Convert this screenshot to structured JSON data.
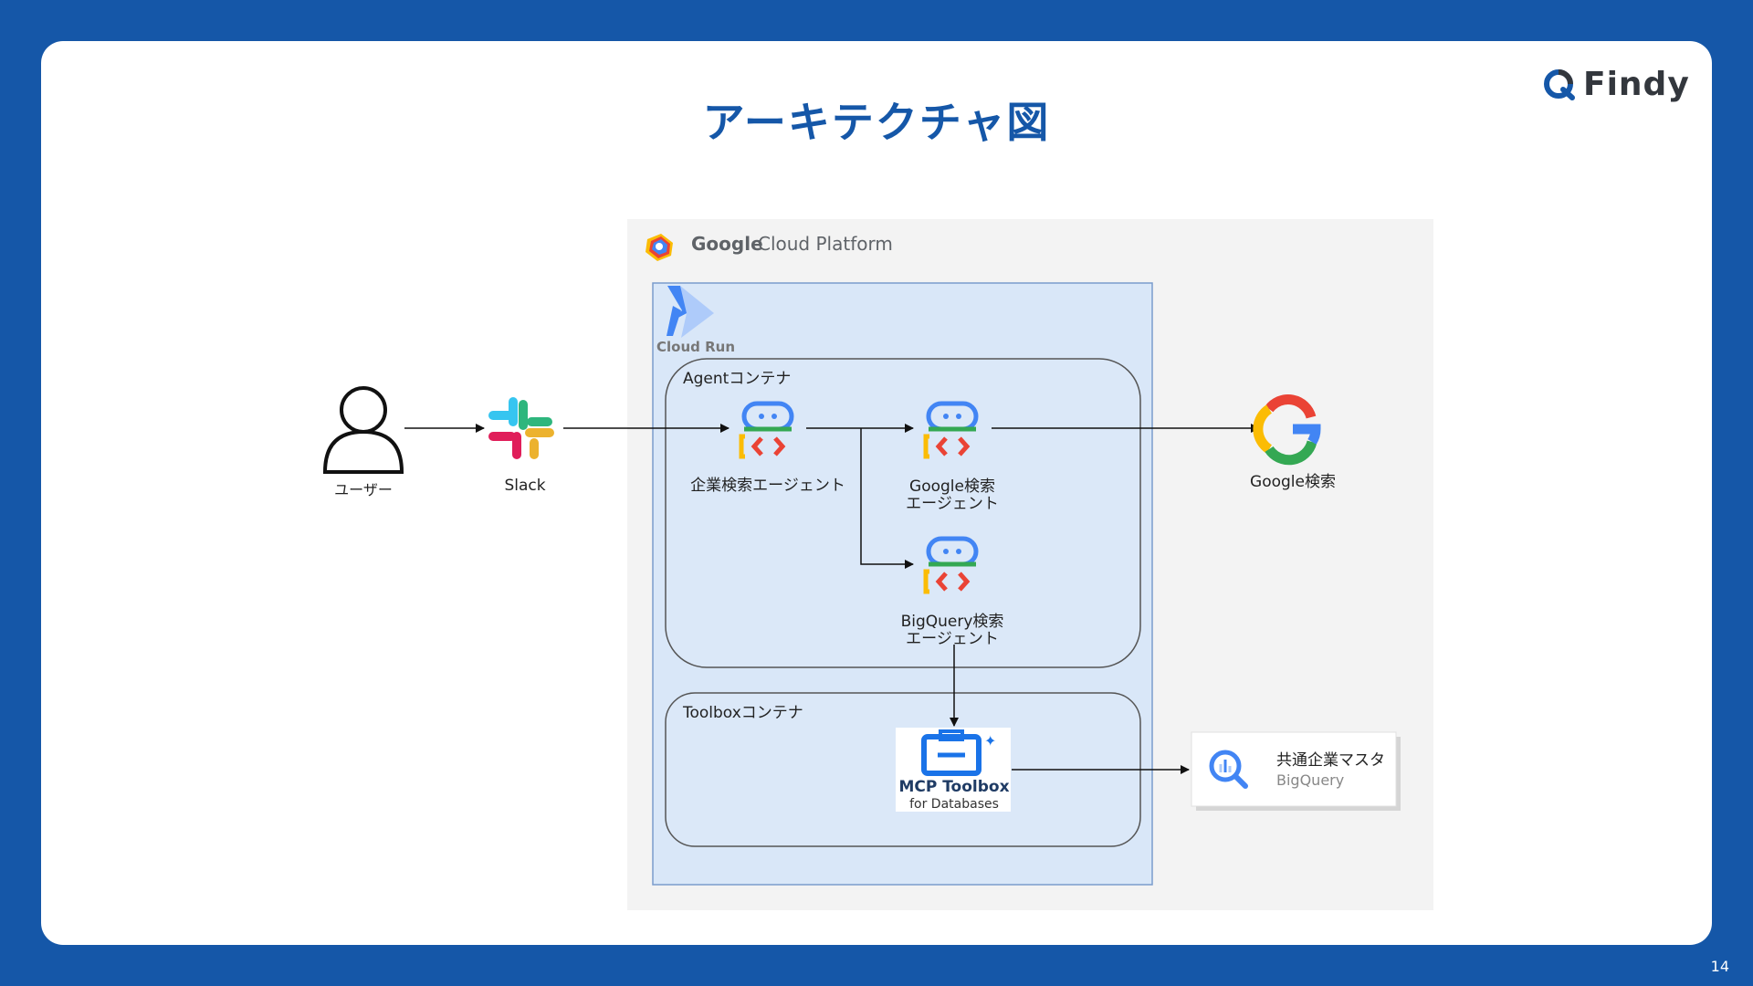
{
  "slide": {
    "title": "アーキテクチャ図",
    "page_number": "14",
    "logo": {
      "text": "Findy",
      "accent_color": "#1557a8"
    }
  },
  "diagram": {
    "platform": {
      "brand": "Google",
      "name": "Cloud Platform"
    },
    "cloud_run": {
      "label": "Cloud Run"
    },
    "agent_container": {
      "label": "Agentコンテナ"
    },
    "toolbox_container": {
      "label": "Toolboxコンテナ"
    },
    "nodes": {
      "user": {
        "label": "ユーザー"
      },
      "slack": {
        "label": "Slack"
      },
      "company_agent": {
        "label": "企業検索エージェント"
      },
      "google_agent": {
        "label_line1": "Google検索",
        "label_line2": "エージェント"
      },
      "bigquery_agent": {
        "label_line1": "BigQuery検索",
        "label_line2": "エージェント"
      },
      "google_search": {
        "label": "Google検索"
      },
      "mcp_toolbox": {
        "title": "MCP Toolbox",
        "subtitle": "for Databases"
      },
      "bigquery": {
        "title": "共通企業マスタ",
        "subtitle": "BigQuery"
      }
    }
  }
}
